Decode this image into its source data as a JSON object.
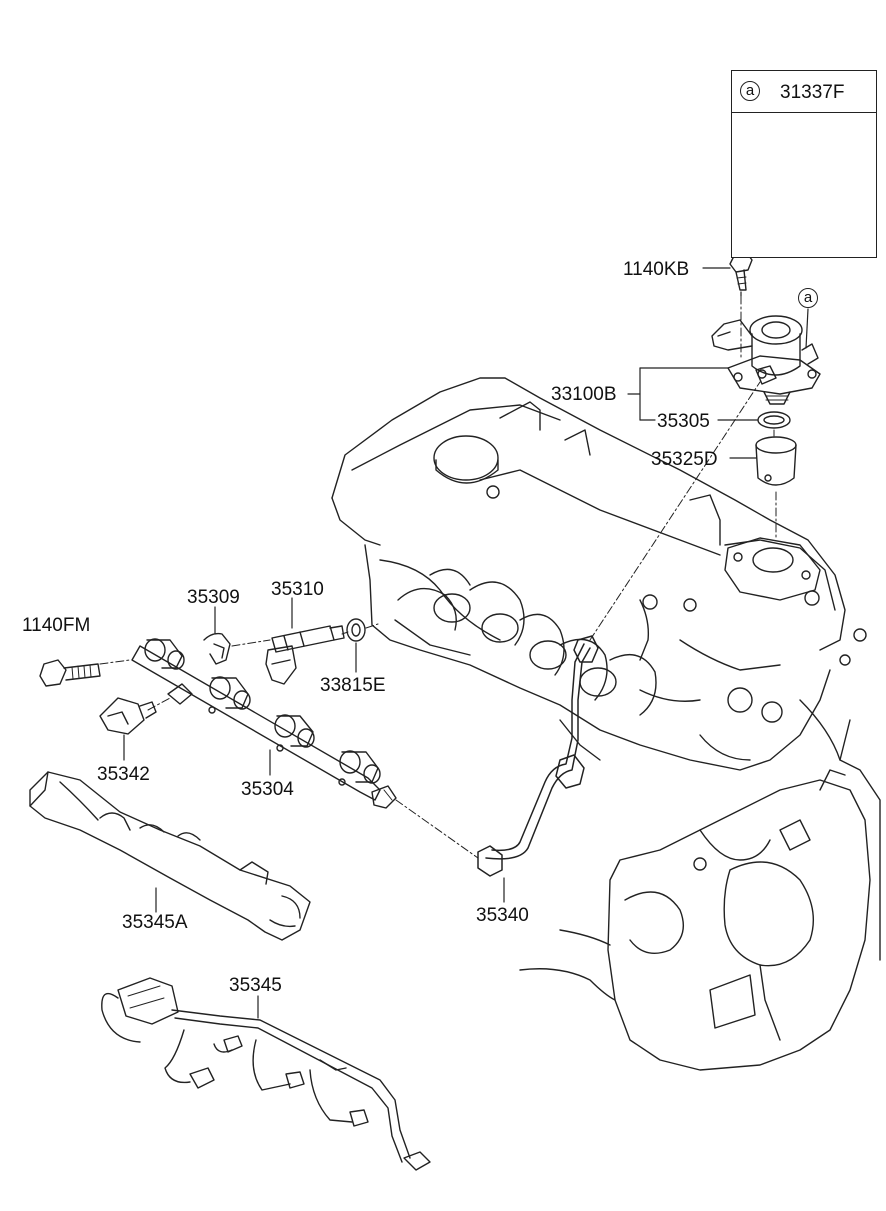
{
  "callout": {
    "marker": "a",
    "part_number": "31337F"
  },
  "pump_marker": "a",
  "labels": {
    "p1140KB": "1140KB",
    "p33100B": "33100B",
    "p35305": "35305",
    "p35325D": "35325D",
    "p35309": "35309",
    "p35310": "35310",
    "p1140FM": "1140FM",
    "p33815E": "33815E",
    "p35342": "35342",
    "p35304": "35304",
    "p35340": "35340",
    "p35345A": "35345A",
    "p35345": "35345"
  }
}
